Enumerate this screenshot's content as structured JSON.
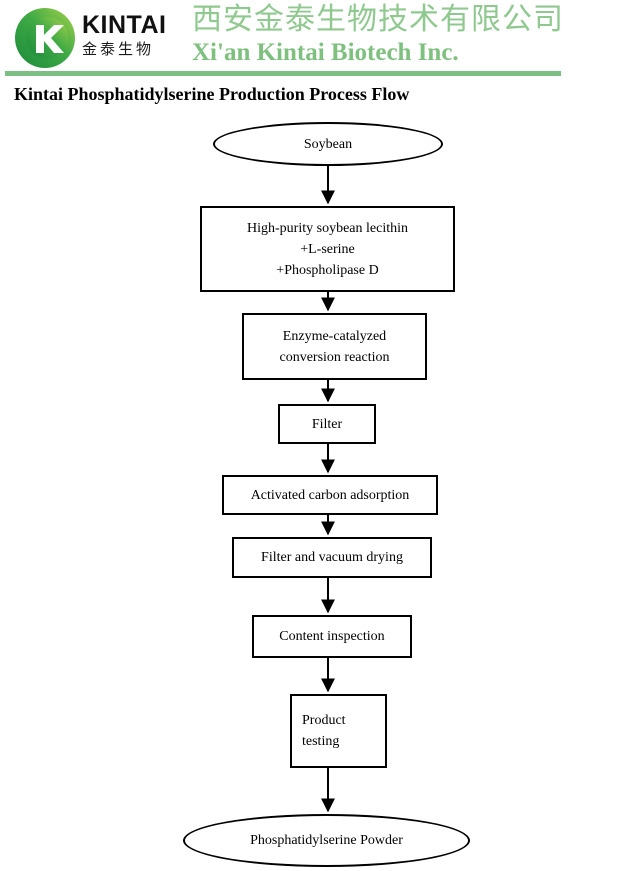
{
  "header": {
    "logo_icon": "kintai-circle-k-logo",
    "logo_wordmark_latin": "KINTAI",
    "logo_wordmark_cjk": "金泰生物",
    "company_name_cn": "西安金泰生物技术有限公司",
    "company_name_en": "Xi'an Kintai Biotech Inc.",
    "brand_green": "#7cbf85",
    "brand_green_light": "#8fc98f"
  },
  "page_title": "Kintai Phosphatidylserine Production Process Flow",
  "flow": {
    "nodes": [
      {
        "id": "soybean",
        "shape": "ellipse",
        "label": "Soybean"
      },
      {
        "id": "raw-materials",
        "shape": "rect",
        "label": "High-purity soybean lecithin\n+L-serine\n+Phospholipase D"
      },
      {
        "id": "enzyme-reaction",
        "shape": "rect",
        "label": "Enzyme-catalyzed\nconversion reaction"
      },
      {
        "id": "filter",
        "shape": "rect",
        "label": "Filter"
      },
      {
        "id": "carbon-adsorption",
        "shape": "rect",
        "label": "Activated carbon adsorption"
      },
      {
        "id": "vacuum-drying",
        "shape": "rect",
        "label": "Filter and vacuum drying"
      },
      {
        "id": "content-inspection",
        "shape": "rect",
        "label": "Content inspection"
      },
      {
        "id": "product-testing",
        "shape": "rect",
        "label": "Product\ntesting"
      },
      {
        "id": "ps-powder",
        "shape": "ellipse",
        "label": "Phosphatidylserine Powder"
      }
    ]
  }
}
